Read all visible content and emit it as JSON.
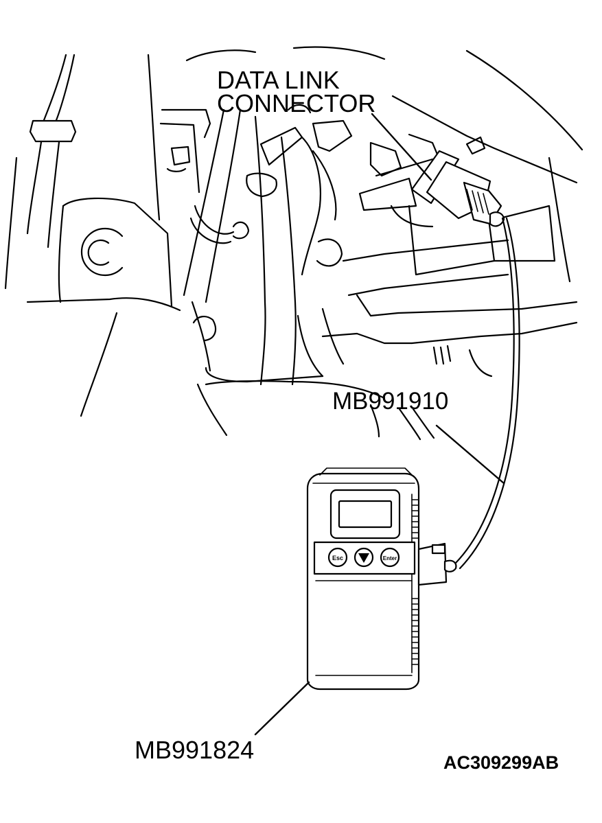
{
  "labels": {
    "data_link_connector_line1": "DATA LINK",
    "data_link_connector_line2": "CONNECTOR",
    "cable_part_number": "MB991910",
    "scan_tool_part_number": "MB991824",
    "figure_code": "AC309299AB"
  },
  "tool_buttons": {
    "esc": "Esc",
    "down": "▼",
    "enter": "Enter"
  },
  "colors": {
    "line": "#000000",
    "background": "#ffffff"
  }
}
